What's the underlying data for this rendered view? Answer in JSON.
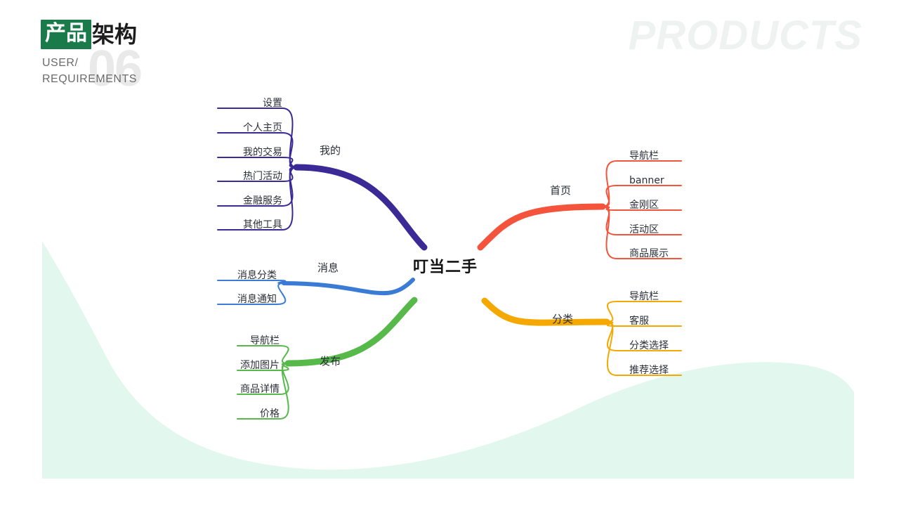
{
  "header": {
    "logo_box_text": "产品",
    "logo_word2": "架构",
    "watermark_number": "06",
    "subtitle_line1": "USER/",
    "subtitle_line2": "REQUIREMENTS",
    "corner_word": "PRODUCTS"
  },
  "colors": {
    "brand_green": "#1a7a4a",
    "wave_mint": "#e2f8ee",
    "watermark_gray": "#e9e9e9",
    "corner_word": "#eef2f0",
    "branch_purple": "#3b2a96",
    "branch_blue": "#3a7bd5",
    "branch_green": "#56b94a",
    "branch_red": "#f4533c",
    "branch_orange": "#f5a800",
    "text_dark": "#23272e"
  },
  "mindmap": {
    "center": {
      "label": "叮当二手"
    },
    "branches": [
      {
        "id": "mine",
        "label": "我的",
        "color": "#3b2a96",
        "side": "left",
        "children": [
          {
            "label": "设置"
          },
          {
            "label": "个人主页"
          },
          {
            "label": "我的交易"
          },
          {
            "label": "热门活动"
          },
          {
            "label": "金融服务"
          },
          {
            "label": "其他工具"
          }
        ]
      },
      {
        "id": "message",
        "label": "消息",
        "color": "#3a7bd5",
        "side": "left",
        "children": [
          {
            "label": "消息分类"
          },
          {
            "label": "消息通知"
          }
        ]
      },
      {
        "id": "publish",
        "label": "发布",
        "color": "#56b94a",
        "side": "left",
        "children": [
          {
            "label": "导航栏"
          },
          {
            "label": "添加图片"
          },
          {
            "label": "商品详情"
          },
          {
            "label": "价格"
          }
        ]
      },
      {
        "id": "home",
        "label": "首页",
        "color": "#f4533c",
        "side": "right",
        "children": [
          {
            "label": "导航栏"
          },
          {
            "label": "banner"
          },
          {
            "label": "金刚区"
          },
          {
            "label": "活动区"
          },
          {
            "label": "商品展示"
          }
        ]
      },
      {
        "id": "category",
        "label": "分类",
        "color": "#f5a800",
        "side": "right",
        "children": [
          {
            "label": "导航栏"
          },
          {
            "label": "客服"
          },
          {
            "label": "分类选择"
          },
          {
            "label": "推荐选择"
          }
        ]
      }
    ]
  }
}
